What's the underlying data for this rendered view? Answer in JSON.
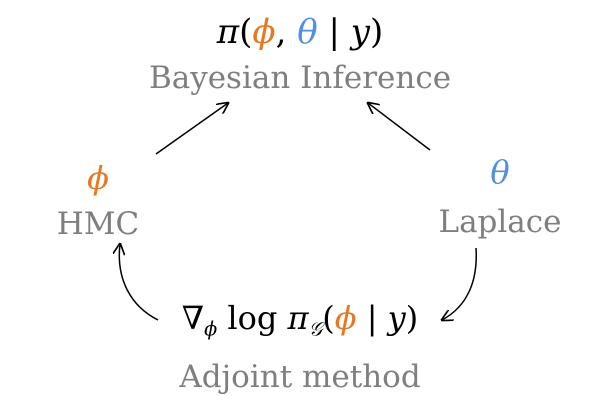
{
  "colors": {
    "phi": "#e87722",
    "theta": "#4f8fe6",
    "label": "#7f7f7f",
    "arrow": "#000000"
  },
  "nodes": {
    "top": {
      "label": "Bayesian Inference"
    },
    "left": {
      "label": "HMC"
    },
    "right": {
      "label": "Laplace"
    },
    "bottom": {
      "label": "Adjoint method"
    }
  },
  "symbols": {
    "pi": "π",
    "phi": "ϕ",
    "theta": "θ",
    "y": "y",
    "nabla": "∇",
    "log": "log",
    "G": "𝒢",
    "open": "(",
    "close": ")",
    "comma": ",",
    "bar": "|"
  },
  "edges": [
    {
      "from": "left",
      "to": "top"
    },
    {
      "from": "right",
      "to": "top"
    },
    {
      "from": "right",
      "to": "bottom"
    },
    {
      "from": "bottom",
      "to": "left"
    }
  ]
}
